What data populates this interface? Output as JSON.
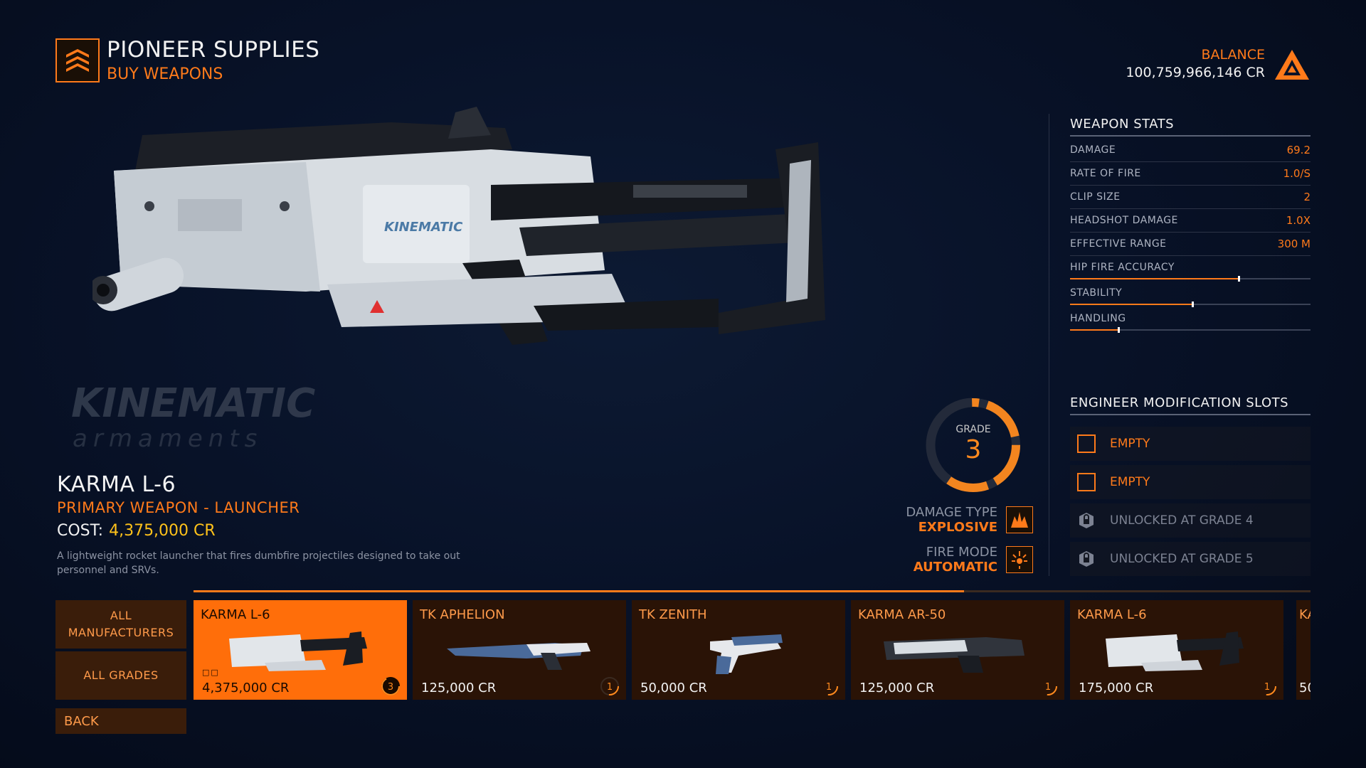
{
  "header": {
    "shop_name": "PIONEER SUPPLIES",
    "section": "BUY WEAPONS",
    "balance_label": "BALANCE",
    "balance_value": "100,759,966,146 CR",
    "icons": {
      "shop": "pioneer-supplies-logo-icon",
      "balance": "arx-triangle-icon"
    }
  },
  "item": {
    "name": "KARMA L-6",
    "type": "PRIMARY WEAPON - LAUNCHER",
    "cost_label": "COST:",
    "cost_value": "4,375,000 CR",
    "description": "A lightweight rocket launcher that fires dumbfire projectiles designed to take out personnel and SRVs.",
    "brand_logo": "KINEMATIC armaments"
  },
  "grade": {
    "label": "GRADE",
    "value": "3"
  },
  "specs": {
    "damage_type_label": "DAMAGE TYPE",
    "damage_type_value": "EXPLOSIVE",
    "fire_mode_label": "FIRE MODE",
    "fire_mode_value": "AUTOMATIC",
    "icons": {
      "damage_type": "explosion-icon",
      "fire_mode": "burst-fire-icon"
    }
  },
  "weapon_stats": {
    "title": "WEAPON STATS",
    "rows": [
      {
        "label": "DAMAGE",
        "value": "69.2"
      },
      {
        "label": "RATE OF FIRE",
        "value": "1.0/S"
      },
      {
        "label": "CLIP SIZE",
        "value": "2"
      },
      {
        "label": "HEADSHOT DAMAGE",
        "value": "1.0X"
      },
      {
        "label": "EFFECTIVE RANGE",
        "value": "300 M"
      }
    ],
    "bars": [
      {
        "label": "HIP FIRE ACCURACY",
        "level": 0.7
      },
      {
        "label": "STABILITY",
        "level": 0.51
      },
      {
        "label": "HANDLING",
        "level": 0.2
      }
    ]
  },
  "engineer": {
    "title": "ENGINEER MODIFICATION SLOTS",
    "slots": [
      {
        "text": "EMPTY",
        "state": "empty"
      },
      {
        "text": "EMPTY",
        "state": "empty"
      },
      {
        "text": "UNLOCKED AT GRADE 4",
        "state": "locked"
      },
      {
        "text": "UNLOCKED AT GRADE 5",
        "state": "locked"
      }
    ]
  },
  "list_scroll": {
    "progress": 0.69
  },
  "filters": {
    "manufacturers": "ALL MANUFACTURERS",
    "grades": "ALL GRADES",
    "back": "BACK"
  },
  "cards": [
    {
      "name": "KARMA L-6",
      "price": "4,375,000 CR",
      "grade": "3",
      "selected": true
    },
    {
      "name": "TK APHELION",
      "price": "125,000 CR",
      "grade": "1",
      "selected": false
    },
    {
      "name": "TK ZENITH",
      "price": "50,000 CR",
      "grade": "1",
      "selected": false
    },
    {
      "name": "KARMA AR-50",
      "price": "125,000 CR",
      "grade": "1",
      "selected": false
    },
    {
      "name": "KARMA L-6",
      "price": "175,000 CR",
      "grade": "1",
      "selected": false
    }
  ],
  "card_partial": {
    "name": "KA",
    "price": "50"
  },
  "colors": {
    "accent": "#ff7a1a",
    "gold": "#ffc21a",
    "background": "#081228"
  }
}
